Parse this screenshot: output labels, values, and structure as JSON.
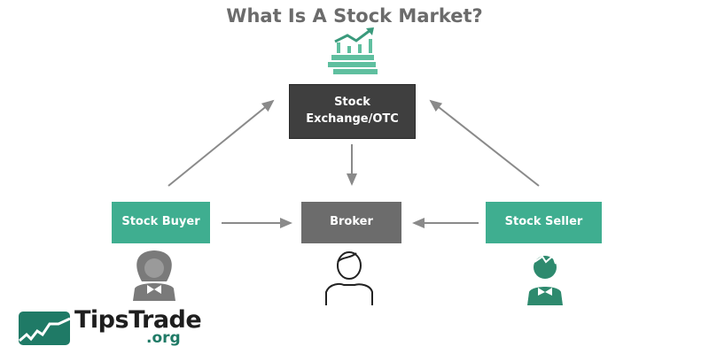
{
  "title": "What Is A Stock Market?",
  "nodes": {
    "exchange": "Stock\nExchange/OTC",
    "exchange_line1": "Stock",
    "exchange_line2": "Exchange/OTC",
    "buyer": "Stock Buyer",
    "broker": "Broker",
    "seller": "Stock Seller"
  },
  "logo": {
    "name": "TipsTrade",
    "suffix": ".org"
  },
  "colors": {
    "green": "#3fae90",
    "dark": "#3f3f3f",
    "grey": "#6c6c6c",
    "logo": "#1f7a66"
  }
}
